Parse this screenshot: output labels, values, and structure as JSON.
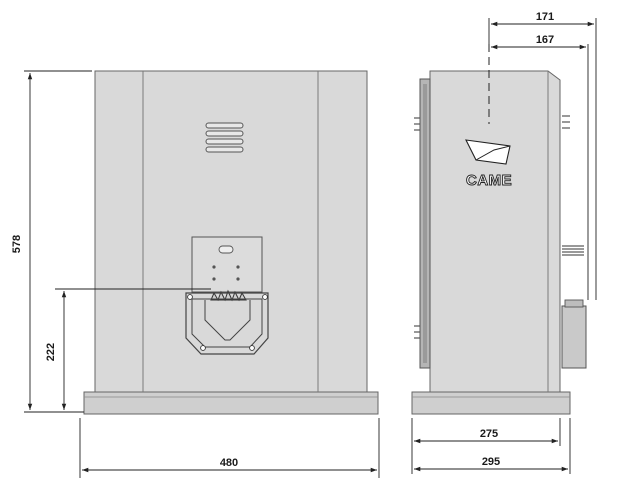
{
  "drawing": {
    "front_view": {
      "overall_height": "578",
      "base_to_pinion_height": "222",
      "overall_width": "480"
    },
    "side_view": {
      "brand": "CAME",
      "top_dim_outer": "171",
      "top_dim_inner": "167",
      "bottom_dim_inner": "275",
      "bottom_dim_outer": "295"
    },
    "colors": {
      "body": "#d9d9d9",
      "body_dark": "#bdbdbd",
      "outline": "#555555",
      "dimension_line": "#222222"
    }
  }
}
